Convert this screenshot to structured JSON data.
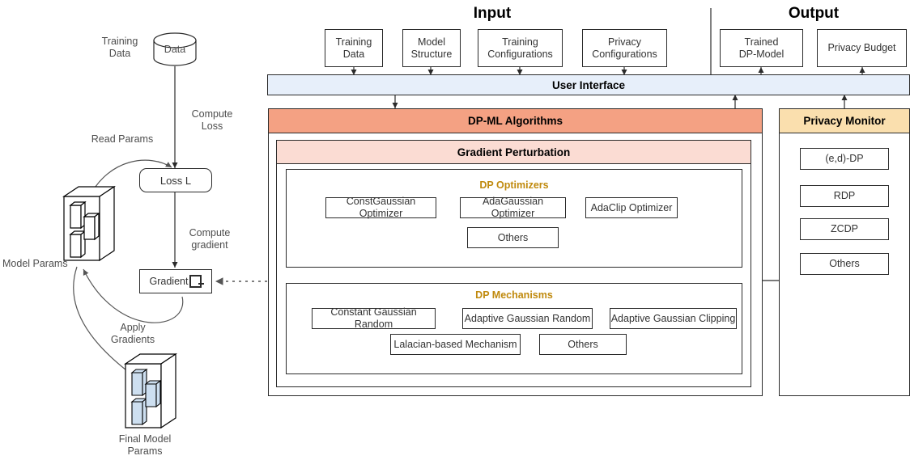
{
  "sections": {
    "input_title": "Input",
    "output_title": "Output"
  },
  "input_boxes": [
    {
      "label": "Training\nData"
    },
    {
      "label": "Model\nStructure"
    },
    {
      "label": "Training\nConfigurations"
    },
    {
      "label": "Privacy\nConfigurations"
    }
  ],
  "output_boxes": [
    {
      "label": "Trained\nDP-Model"
    },
    {
      "label": "Privacy Budget"
    }
  ],
  "user_interface": {
    "label": "User Interface"
  },
  "dpml": {
    "header": "DP-ML Algorithms",
    "gradient_perturbation": "Gradient Perturbation",
    "optimizers": {
      "title": "DP Optimizers",
      "items": [
        "ConstGaussian Optimizer",
        "AdaGaussian Optimizer",
        "AdaClip Optimizer",
        "Others"
      ]
    },
    "mechanisms": {
      "title": "DP Mechanisms",
      "items": [
        "Constant Gaussian Random",
        "Adaptive Gaussian Random",
        "Adaptive Gaussian Clipping",
        "Lalacian-based Mechanism",
        "Others"
      ]
    }
  },
  "privacy_monitor": {
    "header": "Privacy Monitor",
    "items": [
      "(e,d)-DP",
      "RDP",
      "ZCDP",
      "Others"
    ]
  },
  "pipeline": {
    "training_data_label": "Training\nData",
    "data_node": "Data",
    "compute_loss": "Compute\nLoss",
    "loss_node": "Loss L",
    "compute_gradient": "Compute\ngradient",
    "gradient_node": "Gradient",
    "read_params": "Read Params",
    "apply_gradients": "Apply\nGradients",
    "model_params": "Model Params",
    "final_model_params": "Final Model\nParams"
  },
  "colors": {
    "user_interface": "#e7effa",
    "dpml_header": "#f4a183",
    "gradient_perturbation": "#fbdcd3",
    "privacy_monitor_header": "#fadfae",
    "group_title": "#c08a0e",
    "stroke": "#2b2b2b",
    "block_fill": "#cddff0"
  }
}
